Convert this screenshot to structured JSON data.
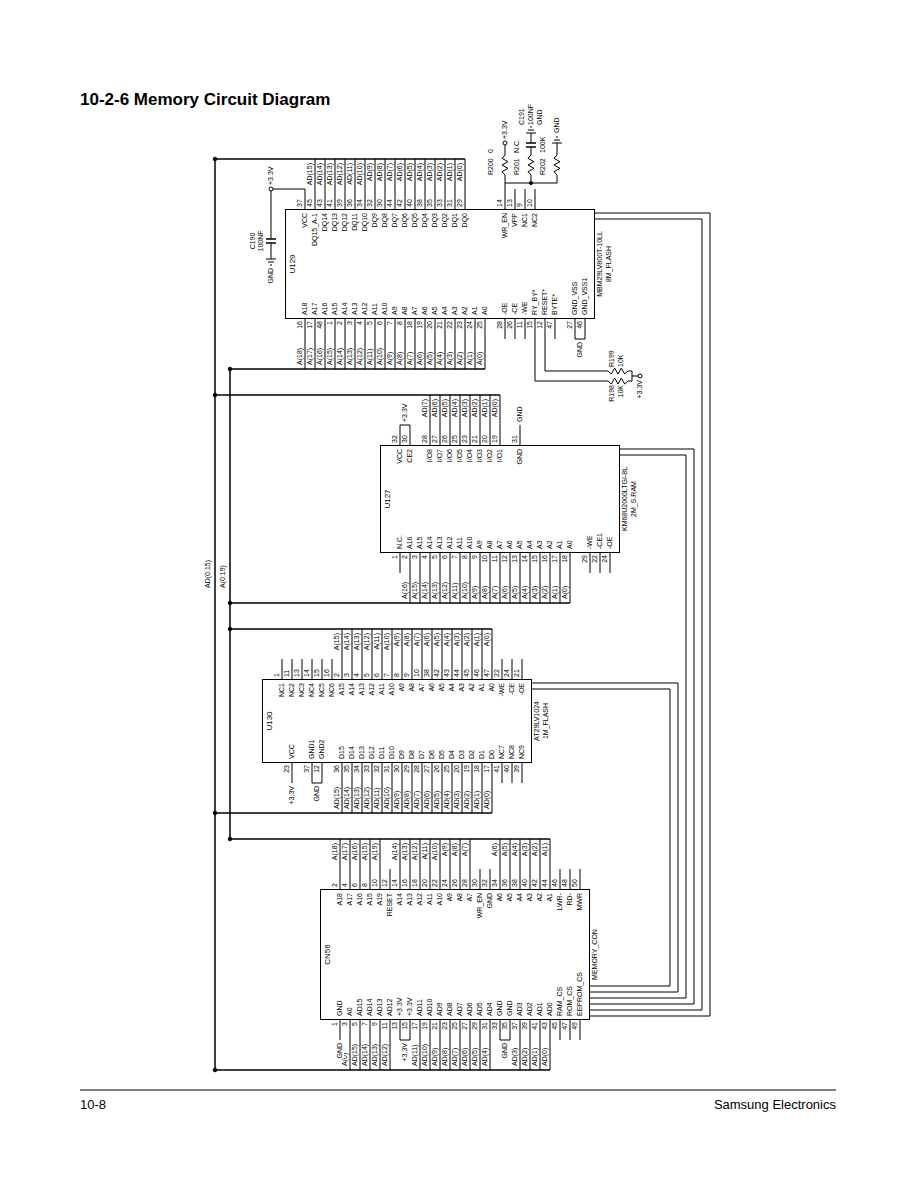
{
  "diagram": {
    "title": "10-2-6 Memory Circuit Diagram",
    "nodes": [
      {
        "text": [
          "U129",
          "MBM29LV800T-10LL",
          "8M_FLASH",
          "A18",
          "16",
          "A17",
          "17",
          "A16",
          "48",
          "A15",
          "1",
          "A14",
          "2",
          "A13",
          "3",
          "A12",
          "4",
          "A11",
          "5",
          "A10",
          "6",
          "A9",
          "7",
          "A8",
          "8",
          "A7",
          "18",
          "A6",
          "19",
          "A5",
          "20",
          "A4",
          "21",
          "A3",
          "22",
          "A2",
          "23",
          "A1",
          "24",
          "A0",
          "25",
          "-OE",
          "28",
          "-CE",
          "26",
          "-WE",
          "11",
          "RY_BY*",
          "15",
          "RESET*",
          "12",
          "BYTE*",
          "47",
          "GND_VSS",
          "27",
          "GND_VSS1",
          "46",
          "VCC",
          "37",
          "DQ15_A-1",
          "45",
          "DQ14",
          "43",
          "DQ13",
          "41",
          "DQ12",
          "39",
          "DQ11",
          "36",
          "DQ10",
          "34",
          "DQ9",
          "32",
          "DQ8",
          "30",
          "DQ7",
          "44",
          "DQ6",
          "42",
          "DQ5",
          "40",
          "DQ4",
          "38",
          "DQ3",
          "35",
          "DQ2",
          "33",
          "DQ1",
          "31",
          "DQ0",
          "29",
          "WR_EN",
          "14",
          "VPP",
          "13",
          "NC1",
          "9",
          "NC2",
          "10"
        ]
      },
      {
        "text": [
          "U127",
          "KM68U2000LTGI-8L",
          "2M_S.RAM",
          "N.C.",
          "1",
          "A16",
          "2",
          "A15",
          "3",
          "A14",
          "4",
          "A13",
          "5",
          "A12",
          "6",
          "A11",
          "7",
          "A10",
          "8",
          "A9",
          "9",
          "A8",
          "10",
          "A7",
          "11",
          "A6",
          "12",
          "A5",
          "13",
          "A4",
          "14",
          "A3",
          "15",
          "A2",
          "16",
          "A1",
          "17",
          "A0",
          "18",
          "-WE",
          "29",
          "-CE1",
          "22",
          "-OE",
          "24",
          "VCC",
          "32",
          "CE2",
          "30",
          "I/O8",
          "28",
          "I/O7",
          "27",
          "I/O6",
          "26",
          "I/O5",
          "25",
          "I/O4",
          "23",
          "I/O3",
          "21",
          "I/O2",
          "20",
          "I/O1",
          "19",
          "GND",
          "31"
        ]
      },
      {
        "text": [
          "U130",
          "AT29LV1024",
          "1M_FLASH",
          "VCC",
          "23",
          "GND1",
          "37",
          "GND2",
          "12",
          "D15",
          "36",
          "D14",
          "35",
          "D13",
          "34",
          "D12",
          "33",
          "D11",
          "32",
          "D10",
          "31",
          "D9",
          "30",
          "D8",
          "29",
          "D7",
          "28",
          "D6",
          "27",
          "D5",
          "26",
          "D4",
          "25",
          "D3",
          "20",
          "D2",
          "19",
          "D1",
          "18",
          "D0",
          "17",
          "NC7",
          "41",
          "NC8",
          "40",
          "NC9",
          "39",
          "NC1",
          "1",
          "NC2",
          "11",
          "NC3",
          "13",
          "NC4",
          "14",
          "NC5",
          "15",
          "NC6",
          "16",
          "A15",
          "2",
          "A14",
          "3",
          "A13",
          "4",
          "A12",
          "5",
          "A11",
          "6",
          "A10",
          "7",
          "A9",
          "8",
          "A8",
          "9",
          "A7",
          "10",
          "A6",
          "38",
          "A5",
          "42",
          "A4",
          "43",
          "A3",
          "44",
          "A2",
          "45",
          "A1",
          "46",
          "A0",
          "47",
          "-WE",
          "22",
          "-CE",
          "24",
          "-OE",
          "21"
        ]
      },
      {
        "text": [
          "CN56",
          "MEMORY_CON",
          "GND",
          "1",
          "A0",
          "3",
          "AD15",
          "5",
          "AD14",
          "7",
          "AD13",
          "9",
          "AD12",
          "11",
          "+3.3V",
          "13",
          "+3.3V",
          "15",
          "AD11",
          "17",
          "AD10",
          "19",
          "AD9",
          "21",
          "AD8",
          "23",
          "AD7",
          "25",
          "AD6",
          "27",
          "AD5",
          "29",
          "AD4",
          "31",
          "GND",
          "33",
          "GND",
          "35",
          "AD3",
          "37",
          "AD2",
          "39",
          "AD1",
          "41",
          "AD0",
          "43",
          "RAM_CS",
          "45",
          "ROM_CS",
          "47",
          "EEPROM_CS",
          "49",
          "A18",
          "2",
          "A17",
          "4",
          "A16",
          "6",
          "A15",
          "8",
          "A19",
          "10",
          "RESET",
          "12",
          "A14",
          "14",
          "A13",
          "16",
          "A12",
          "18",
          "A11",
          "20",
          "A10",
          "22",
          "A9",
          "24",
          "A8",
          "26",
          "A7",
          "28",
          "WR_EN",
          "30",
          "GND",
          "32",
          "A6",
          "34",
          "A5",
          "36",
          "A4",
          "38",
          "A3",
          "40",
          "A2",
          "42",
          "A1",
          "44",
          "LWR-",
          "46",
          "RD-",
          "48",
          "MWR",
          "50"
        ]
      }
    ],
    "edges": [
      {
        "from": 3,
        "to": 0,
        "arrow": "none"
      },
      {
        "from": 3,
        "to": 0,
        "arrow": "none"
      },
      {
        "from": 3,
        "to": 1,
        "arrow": "none"
      },
      {
        "from": 3,
        "to": 1,
        "arrow": "none"
      },
      {
        "from": 3,
        "to": 2,
        "arrow": "none"
      },
      {
        "from": 3,
        "to": 2,
        "arrow": "none"
      }
    ],
    "labels": [
      "A(18)",
      "A(17)",
      "A(16)",
      "A(15)",
      "A(14)",
      "A(13)",
      "A(12)",
      "A(11)",
      "A(10)",
      "A(9)",
      "A(8)",
      "A(7)",
      "A(6)",
      "A(5)",
      "A(4)",
      "A(3)",
      "A(2)",
      "A(1)",
      "A(0)",
      "AD(15)",
      "AD(14)",
      "AD(13)",
      "AD(12)",
      "AD(11)",
      "AD(10)",
      "AD(9)",
      "AD(8)",
      "AD(7)",
      "AD(6)",
      "AD(5)",
      "AD(4)",
      "AD(3)",
      "AD(2)",
      "AD(1)",
      "AD(0)",
      "A(16)",
      "A(15)",
      "A(14)",
      "A(13)",
      "A(12)",
      "A(11)",
      "A(10)",
      "A(9)",
      "A(8)",
      "A(7)",
      "A(6)",
      "A(5)",
      "A(4)",
      "A(3)",
      "A(2)",
      "A(1)",
      "A(0)",
      "AD(7)",
      "AD(6)",
      "AD(5)",
      "AD(4)",
      "AD(3)",
      "AD(2)",
      "AD(1)",
      "AD(0)",
      "AD(15)",
      "AD(14)",
      "AD(13)",
      "AD(12)",
      "AD(11)",
      "AD(10)",
      "AD(9)",
      "AD(8)",
      "AD(7)",
      "AD(6)",
      "AD(5)",
      "AD(4)",
      "AD(3)",
      "AD(2)",
      "AD(1)",
      "AD(0)",
      "A(15)",
      "A(14)",
      "A(13)",
      "A(12)",
      "A(11)",
      "A(10)",
      "A(9)",
      "A(8)",
      "A(7)",
      "A(6)",
      "A(5)",
      "A(4)",
      "A(3)",
      "A(2)",
      "A(1)",
      "A(0)",
      "A(0)",
      "AD(15)",
      "AD(14)",
      "AD(13)",
      "AD(12)",
      "AD(11)",
      "AD(10)",
      "AD(9)",
      "AD(8)",
      "AD(7)",
      "AD(6)",
      "AD(5)",
      "AD(4)",
      "AD(3)",
      "AD(2)",
      "AD(1)",
      "AD(0)",
      "A(18)",
      "A(17)",
      "A(16)",
      "A(15)",
      "A(19)",
      "A(14)",
      "A(13)",
      "A(12)",
      "A(11)",
      "A(10)",
      "A(9)",
      "A(8)",
      "A(7)",
      "A(6)",
      "A(5)",
      "A(4)",
      "A(3)",
      "A(2)",
      "A(1)",
      "AD(0:15)",
      "A(0:19)",
      "+3.3V",
      "C190",
      "100NF",
      "GND",
      "+3.3V",
      "R200",
      "0",
      "R201",
      "N.C.",
      "C191",
      "100NF",
      "GND",
      "R202",
      "100K",
      "GND",
      "+3.3V",
      "R199",
      "10K",
      "R198",
      "10K",
      "GND",
      "+3.3V",
      "GND",
      "+3.3V",
      "GND",
      "+3.3V",
      "GND",
      "GND",
      "10-8",
      "Samsung Electronics"
    ]
  }
}
